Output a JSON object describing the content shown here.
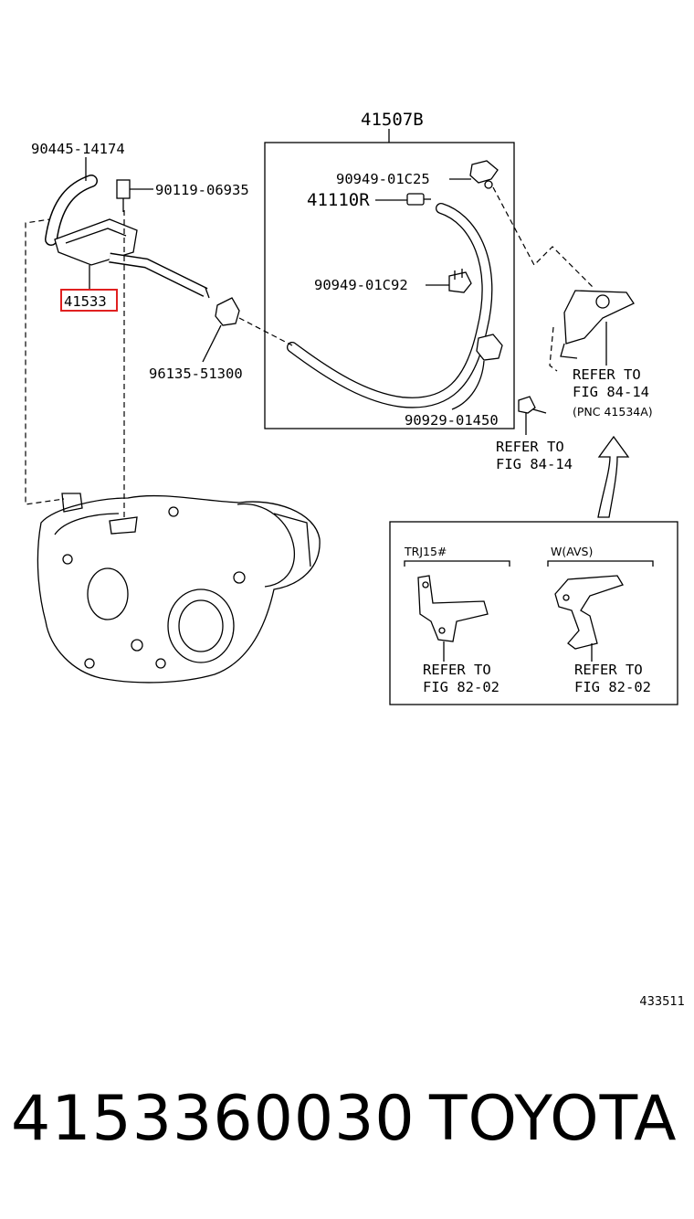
{
  "diagram": {
    "callouts": {
      "assembly_41507B": "41507B",
      "hose_90445": "90445-14174",
      "bolt_90119": "90119-06935",
      "highlight_41533": "41533",
      "grommet_96135": "96135-51300",
      "clip_90949_c25": "90949-01C25",
      "plug_41110R": "41110R",
      "clip_90949_c92": "90949-01C92",
      "clamp_90929": "90929-01450"
    },
    "refer_bracket": {
      "line1": "REFER TO",
      "line2": "FIG 84-14",
      "line3": "(PNC 41534A)"
    },
    "refer_bolt": {
      "line1": "REFER TO",
      "line2": "FIG 84-14"
    },
    "inset": {
      "left_title": "TRJ15#",
      "left_line1": "REFER TO",
      "left_line2": "FIG 82-02",
      "right_title": "W(AVS)",
      "right_line1": "REFER TO",
      "right_line2": "FIG 82-02"
    },
    "highlight_color": "#e02020"
  },
  "footer": {
    "diagram_id": "433511",
    "part_number": "4153360030",
    "brand": "TOYOTA"
  }
}
